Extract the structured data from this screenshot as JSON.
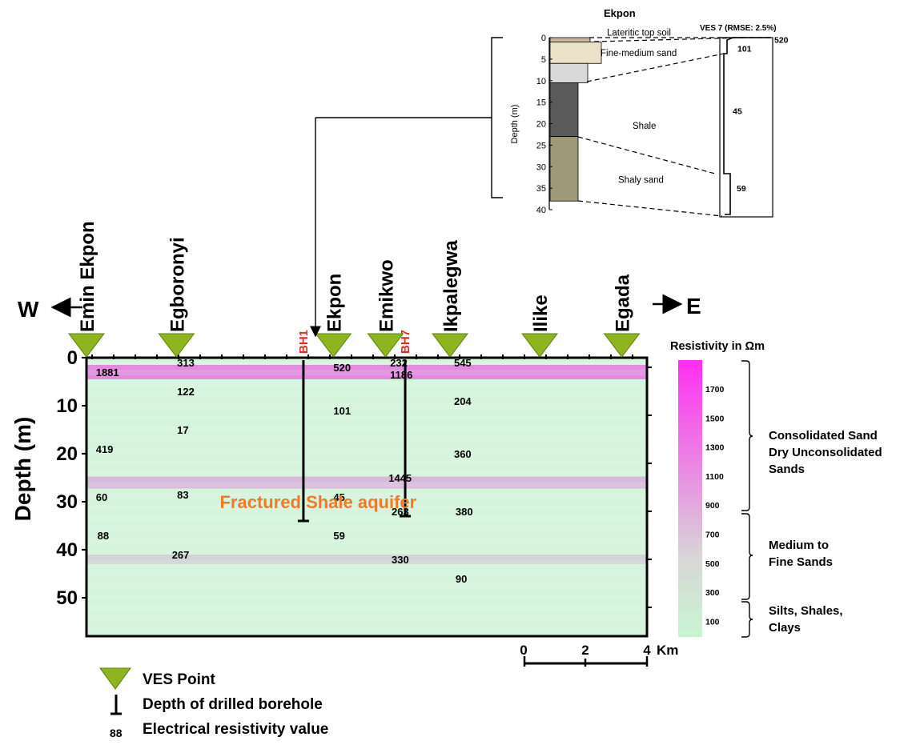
{
  "directions": {
    "west": "W",
    "east": "E"
  },
  "stations": [
    {
      "name": "Emin Ekpon",
      "x_km": 0.0
    },
    {
      "name": "Egboronyi",
      "x_km": 2.97
    },
    {
      "name": "Ekpon",
      "x_km": 8.15
    },
    {
      "name": "Emikwo",
      "x_km": 9.87
    },
    {
      "name": "Ikpalegwa",
      "x_km": 12.0
    },
    {
      "name": "Ilike",
      "x_km": 14.96
    },
    {
      "name": "Egada",
      "x_km": 17.67
    }
  ],
  "boreholes": [
    {
      "name": "BH1",
      "x_km": 7.16,
      "depth_m": 34
    },
    {
      "name": "BH7",
      "x_km": 10.52,
      "depth_m": 33
    }
  ],
  "resistivity_values": [
    {
      "text": "1881",
      "x_km": 0.31,
      "depth_m": 3
    },
    {
      "text": "313",
      "x_km": 2.99,
      "depth_m": 1
    },
    {
      "text": "122",
      "x_km": 2.99,
      "depth_m": 7
    },
    {
      "text": "17",
      "x_km": 2.99,
      "depth_m": 15
    },
    {
      "text": "419",
      "x_km": 0.31,
      "depth_m": 19
    },
    {
      "text": "60",
      "x_km": 0.31,
      "depth_m": 29
    },
    {
      "text": "83",
      "x_km": 2.99,
      "depth_m": 28.5
    },
    {
      "text": "88",
      "x_km": 0.36,
      "depth_m": 37
    },
    {
      "text": "267",
      "x_km": 2.82,
      "depth_m": 41
    },
    {
      "text": "520",
      "x_km": 8.15,
      "depth_m": 2
    },
    {
      "text": "101",
      "x_km": 8.15,
      "depth_m": 11
    },
    {
      "text": "45",
      "x_km": 8.15,
      "depth_m": 29
    },
    {
      "text": "59",
      "x_km": 8.15,
      "depth_m": 37
    },
    {
      "text": "232",
      "x_km": 10.02,
      "depth_m": 1
    },
    {
      "text": "1186",
      "x_km": 10.02,
      "depth_m": 3.5
    },
    {
      "text": "1445",
      "x_km": 9.97,
      "depth_m": 25
    },
    {
      "text": "263",
      "x_km": 10.07,
      "depth_m": 32
    },
    {
      "text": "330",
      "x_km": 10.07,
      "depth_m": 42
    },
    {
      "text": "545",
      "x_km": 12.13,
      "depth_m": 1
    },
    {
      "text": "204",
      "x_km": 12.13,
      "depth_m": 9
    },
    {
      "text": "360",
      "x_km": 12.13,
      "depth_m": 20
    },
    {
      "text": "380",
      "x_km": 12.18,
      "depth_m": 32
    },
    {
      "text": "90",
      "x_km": 12.18,
      "depth_m": 46
    }
  ],
  "section": {
    "ylabel": "Depth (m)",
    "yticks": [
      0,
      10,
      20,
      30,
      40,
      50
    ],
    "ymax_m": 58,
    "length_km": 18.5,
    "aquifer_label": "Fractured Shale aquifer",
    "aquifer_label_pos": {
      "x_km": 4.4,
      "depth_m": 30
    },
    "bands": [
      {
        "depth_m": 3,
        "color": "#e85ee0",
        "opacity": 0.7,
        "thickness_m": 3
      },
      {
        "depth_m": 26,
        "color": "#d98ad8",
        "opacity": 0.55,
        "thickness_m": 2.5
      },
      {
        "depth_m": 42,
        "color": "#c7a6cc",
        "opacity": 0.4,
        "thickness_m": 2
      }
    ]
  },
  "scale_bar": {
    "ticks": [
      "0",
      "2",
      "4"
    ],
    "unit": "Km"
  },
  "colorbar": {
    "title": "Resistivity in Ωm",
    "ticks": [
      "1700",
      "1500",
      "1300",
      "1100",
      "900",
      "700",
      "500",
      "300",
      "100"
    ],
    "top_color": "#ff2ef0",
    "mid_color": "#d7d7d7",
    "bottom_color": "#c9f5d2",
    "classes": [
      {
        "lines": [
          "Consolidated Sand",
          "Dry Unconsolidated",
          "Sands"
        ]
      },
      {
        "lines": [
          "Medium to",
          "Fine Sands"
        ]
      },
      {
        "lines": [
          "Silts, Shales,",
          "Clays"
        ]
      }
    ]
  },
  "inset": {
    "title": "Ekpon",
    "ves_label": "VES 7 (RMSE: 2.5%)",
    "ylabel": "Depth (m)",
    "yticks": [
      0,
      5,
      10,
      15,
      20,
      25,
      30,
      35,
      40
    ],
    "layers": [
      {
        "name": "Lateritic top soil",
        "top_m": 0,
        "bottom_m": 1,
        "color": "#c8b79a"
      },
      {
        "name": "Fine-medium sand",
        "top_m": 1,
        "bottom_m": 6,
        "color": "#ebe1c8"
      },
      {
        "name": "",
        "top_m": 6,
        "bottom_m": 10.5,
        "color": "#d9d9d9"
      },
      {
        "name": "Shale",
        "top_m": 10.5,
        "bottom_m": 23,
        "color": "#5a5a5a"
      },
      {
        "name": "Shaly sand",
        "top_m": 23,
        "bottom_m": 38,
        "color": "#9c9878"
      }
    ],
    "layer_labels": [
      {
        "text": "Lateritic top soil",
        "depth_m": -1.2
      },
      {
        "text": "Fine-medium sand",
        "depth_m": 3.5
      },
      {
        "text": "Shale",
        "depth_m": 20.5
      },
      {
        "text": "Shaly sand",
        "depth_m": 33
      }
    ],
    "ves_values": [
      {
        "text": "520",
        "depth_m": 0.5
      },
      {
        "text": "101",
        "depth_m": 2.5
      },
      {
        "text": "45",
        "depth_m": 17
      },
      {
        "text": "59",
        "depth_m": 35
      }
    ]
  },
  "legend": {
    "ves_point": "VES Point",
    "borehole": "Depth of drilled borehole",
    "value_sample": "88",
    "resistivity": "Electrical resistivity value"
  },
  "colors": {
    "triangle": "#8fb51e",
    "triangle_stroke": "#5e7d10",
    "borehole_label": "#e8281e",
    "aquifer_label": "#ef7a28",
    "background_section": "#d4f4dc"
  }
}
